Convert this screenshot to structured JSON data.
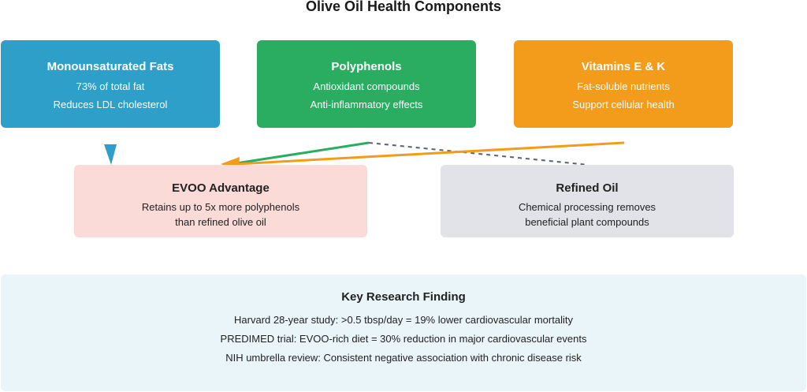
{
  "title": "Olive Oil Health Components",
  "components": [
    {
      "heading": "Monounsaturated Fats",
      "line1": "73% of total fat",
      "line2": "Reduces LDL cholesterol"
    },
    {
      "heading": "Polyphenols",
      "line1": "Antioxidant compounds",
      "line2": "Anti-inflammatory effects"
    },
    {
      "heading": "Vitamins E & K",
      "line1": "Fat-soluble nutrients",
      "line2": "Support cellular health"
    }
  ],
  "evoo": {
    "heading": "EVOO Advantage",
    "line1": "Retains up to 5x more polyphenols",
    "line2": "than refined olive oil"
  },
  "refined": {
    "heading": "Refined Oil",
    "line1": "Chemical processing removes",
    "line2": "beneficial plant compounds"
  },
  "research": {
    "heading": "Key Research Finding",
    "findings": [
      "Harvard 28-year study: >0.5 tbsp/day = 19% lower cardiovascular mortality",
      "PREDIMED trial: EVOO-rich diet = 30% reduction in major cardiovascular events",
      "NIH umbrella review: Consistent negative association with chronic disease risk"
    ]
  },
  "colors": {
    "monounsaturated": "#2e9fc8",
    "polyphenols": "#2aad60",
    "vitamins": "#f39c1c",
    "evoo_bg": "#fadbd8",
    "refined_bg": "#e1e3e8",
    "research_bg": "#eaf5fa",
    "dashed_connector": "#5b6173"
  }
}
